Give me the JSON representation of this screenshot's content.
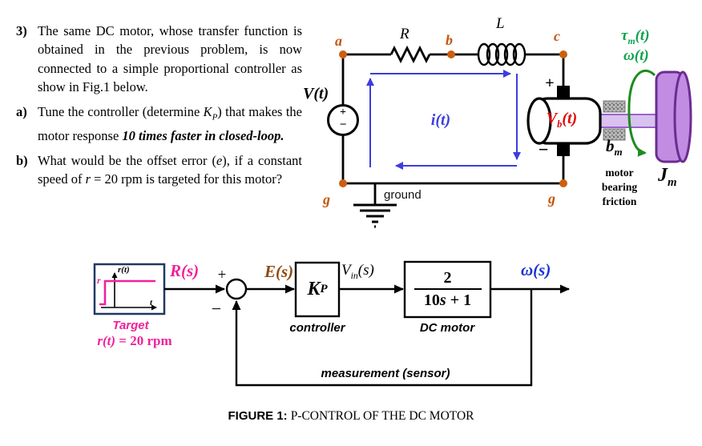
{
  "problem": {
    "item3": {
      "label": "3)",
      "text": "The same DC motor, whose transfer function is obtained in the previous problem, is now connected to a simple proportional controller as show in Fig.1 below."
    },
    "itemA": {
      "label": "a)",
      "lead": "Tune the controller (determine ",
      "gain_main": "K",
      "gain_sub": "P",
      "mid": ") that makes the motor response ",
      "emph": "10 times faster in closed-loop."
    },
    "itemB": {
      "label": "b)",
      "lead": "What would be the offset error (",
      "e": "e",
      "mid": "), if a constant speed of ",
      "r": "r",
      "tail": " = 20 rpm is targeted for this motor?"
    }
  },
  "circuit": {
    "source_label": "V(t)",
    "source_plus": "+",
    "source_minus": "−",
    "node_a": "a",
    "node_b": "b",
    "node_c": "c",
    "node_g_left": "g",
    "node_g_right": "g",
    "resistor_label": "R",
    "inductor_label": "L",
    "current_label": "i(t)",
    "ground_label": "ground",
    "motor_plus": "+",
    "motor_minus": "−",
    "back_emf": {
      "main": "V",
      "sub": "b",
      "rest": "(t)"
    },
    "torque": {
      "main": "τ",
      "sub": "m",
      "rest": "(t)"
    },
    "speed_label": "ω(t)",
    "friction": {
      "main": "b",
      "sub": "m"
    },
    "friction_caption": "motor bearing friction",
    "inertia": {
      "main": "J",
      "sub": "m"
    }
  },
  "block_diagram": {
    "reference": {
      "plot_y_label": "r(t)",
      "plot_x_label": "t",
      "plot_level": "r",
      "caption": "Target",
      "value_main": "r(t)",
      "value_rest": " = 20 rpm"
    },
    "signals": {
      "reference": "R(s)",
      "error": "E(s)",
      "control_main": "V",
      "control_sub": "in",
      "control_rest": "(s)",
      "output": "ω(s)"
    },
    "sum_plus": "+",
    "sum_minus": "−",
    "controller": {
      "gain_main": "K",
      "gain_sub": "P",
      "caption": "controller"
    },
    "plant": {
      "numerator": "2",
      "den_pre": "10",
      "den_s": "s",
      "den_post": " + 1",
      "caption": "DC motor"
    },
    "feedback_caption": "measurement (sensor)"
  },
  "figure_caption": {
    "label": "FIGURE 1:",
    "text": "P-CONTROL OF THE DC MOTOR"
  },
  "colors": {
    "node_orange": "#c2570f",
    "pink": "#f0219b",
    "brown": "#8f4a12",
    "loop_blue": "#3d3ddd",
    "output_blue": "#1b32d6",
    "green": "#0fa24c",
    "arrow_green": "#1e8c1e",
    "red": "#e00505",
    "purple_stroke": "#6b2d91",
    "purple_fill": "#c28ce2",
    "shaft_fill": "#d9c2ef",
    "navy_border": "#1f3864"
  }
}
